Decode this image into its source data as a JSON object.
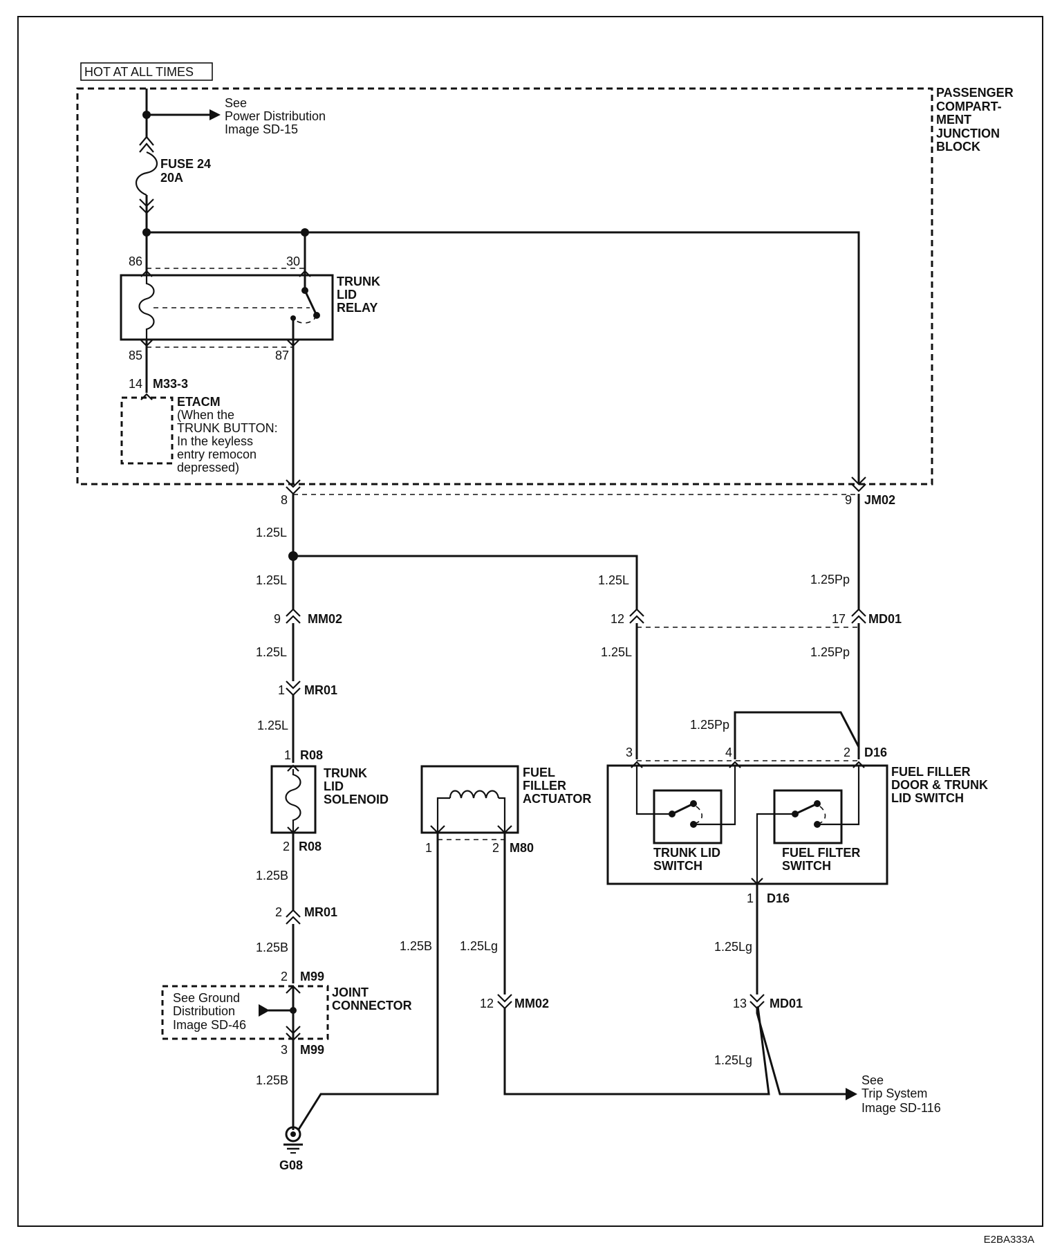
{
  "header": {
    "hot_label": "HOT AT ALL TIMES"
  },
  "footer": {
    "code": "E2BA333A"
  },
  "junction_block": [
    "PASSENGER",
    "COMPART-",
    "MENT",
    "JUNCTION",
    "BLOCK"
  ],
  "power_ref": [
    "See",
    "Power Distribution",
    "Image SD-15"
  ],
  "fuse": [
    "FUSE 24",
    "20A"
  ],
  "relay": {
    "name": [
      "TRUNK",
      "LID",
      "RELAY"
    ],
    "pins": [
      "86",
      "30",
      "85",
      "87"
    ]
  },
  "etacm": {
    "connector": "14",
    "connector_id": "M33-3",
    "title": "ETACM",
    "lines": [
      "(When the",
      "TRUNK BUTTON:",
      "In the keyless",
      "entry remocon",
      "depressed)"
    ]
  },
  "solenoid": {
    "name": [
      "TRUNK",
      "LID",
      "SOLENOID"
    ]
  },
  "actuator": {
    "name": [
      "FUEL",
      "FILLER",
      "ACTUATOR"
    ]
  },
  "switch_assembly": {
    "name": [
      "FUEL FILLER",
      "DOOR & TRUNK",
      "LID SWITCH"
    ],
    "trunk_switch": [
      "TRUNK LID",
      "SWITCH"
    ],
    "filter_switch": [
      "FUEL FILTER",
      "SWITCH"
    ]
  },
  "joint_connector": {
    "name": [
      "JOINT",
      "CONNECTOR"
    ],
    "ground_ref": [
      "See Ground",
      "Distribution",
      "Image SD-46"
    ]
  },
  "trip_ref": [
    "See",
    "Trip System",
    "Image SD-116"
  ],
  "ground": "G08",
  "wires": {
    "blue": "1.25L",
    "pink": "1.25Pp",
    "black": "1.25B",
    "lightgreen": "1.25Lg"
  },
  "connectors": {
    "c8": "8",
    "c9": "9",
    "jm02": "JM02",
    "mm02": "MM02",
    "mr01": "MR01",
    "md01": "MD01",
    "r08": "R08",
    "m80": "M80",
    "m99": "M99",
    "d16": "D16",
    "p1": "1",
    "p2": "2",
    "p3": "3",
    "p4": "4",
    "p12": "12",
    "p13": "13",
    "p17": "17"
  }
}
